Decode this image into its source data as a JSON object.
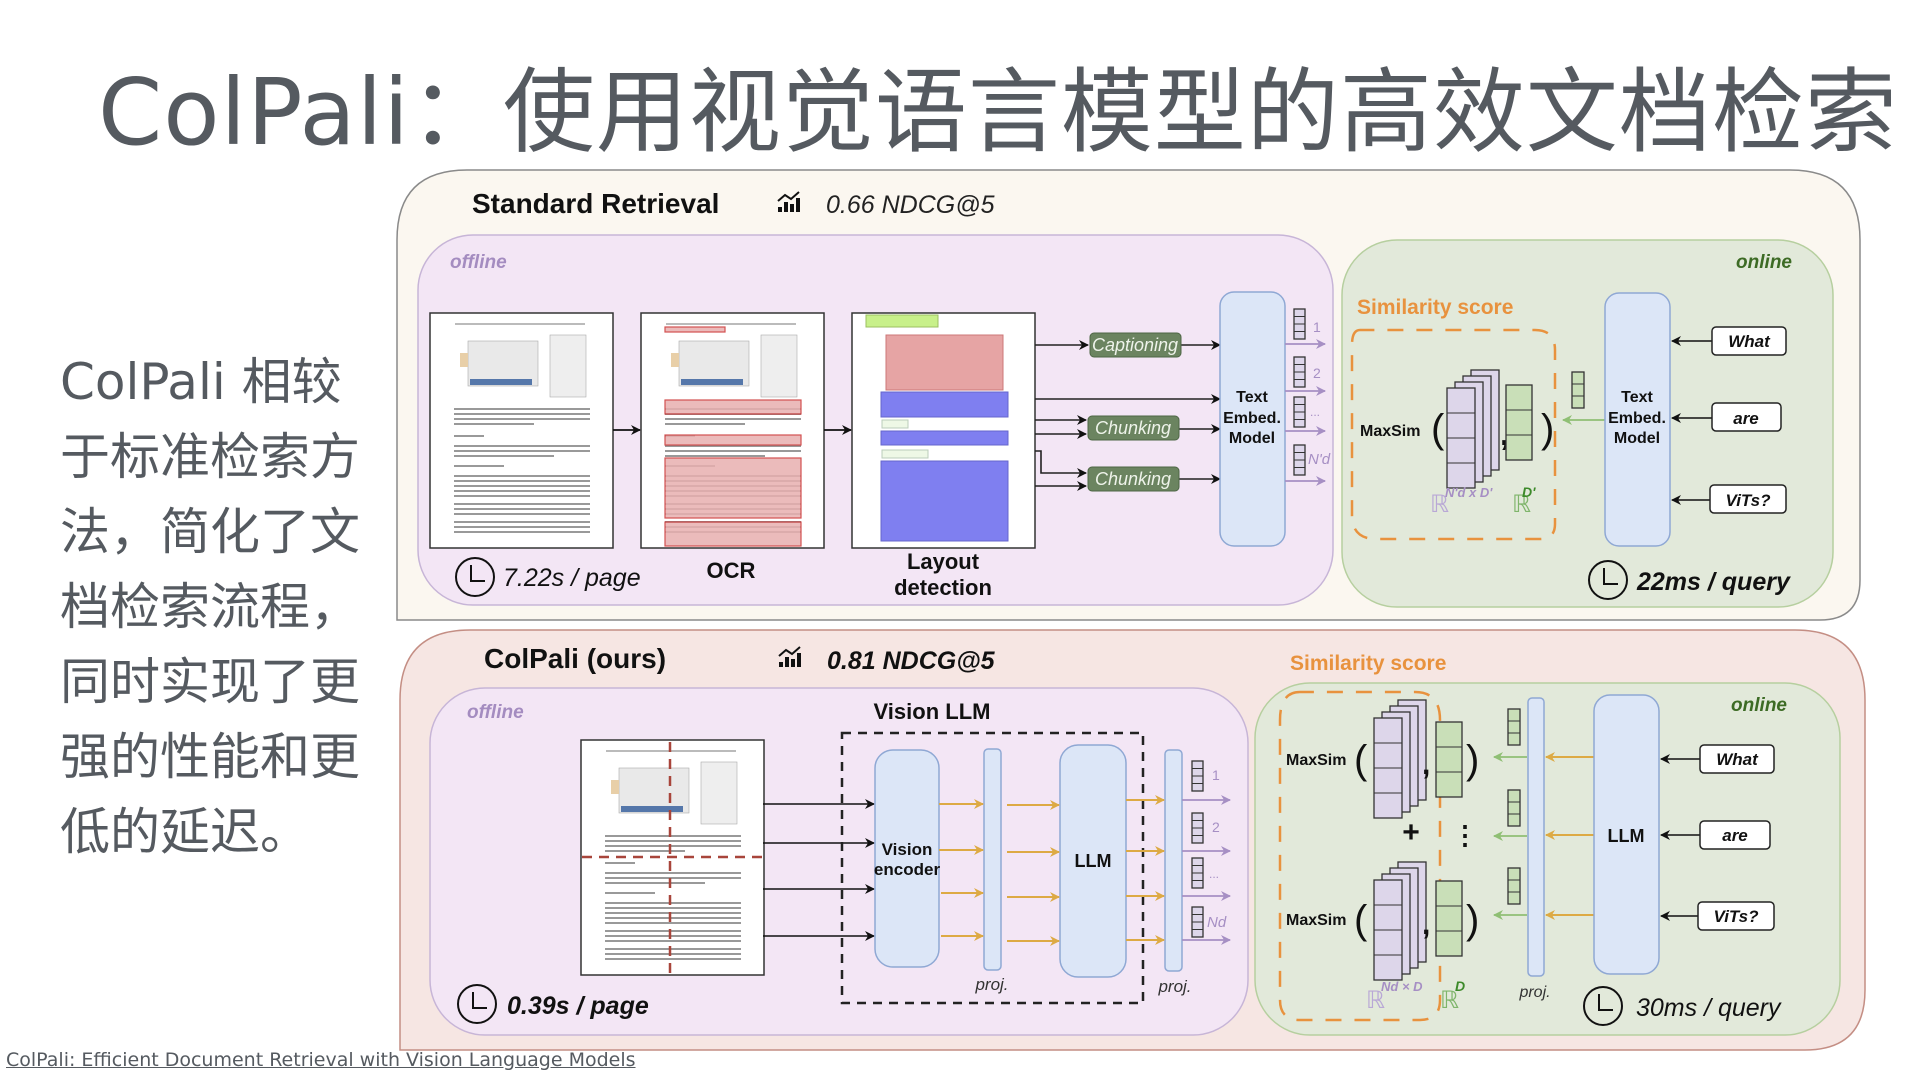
{
  "slide": {
    "title": "ColPali：使用视觉语言模型的高效文档检索",
    "side_text_lines": [
      "ColPali 相较",
      "于标准检索方",
      "法，简化了文",
      "档检索流程，",
      "同时实现了更",
      "强的性能和更",
      "低的延迟。"
    ],
    "reference_link": "ColPali: Efficient Document Retrieval with Vision Language Models"
  },
  "colors": {
    "text_gray": "#555a60",
    "standard_panel_bg": "#fbf7f0",
    "colpali_panel_bg": "#f6e6e3",
    "offline_bg": "#f3e6f5",
    "online_bg": "#e2e9da",
    "model_box": "#dce6f7",
    "step_box": "#6b8460",
    "similarity_orange": "#e8923e",
    "offline_label": "#a48cc0",
    "online_label": "#3d6b25",
    "token_arrow": "#ddaa44",
    "embed_arrow": "#a68fc4",
    "query_arrow": "#8fbf74"
  },
  "standard": {
    "title": "Standard Retrieval",
    "metric": "0.66 NDCG@5",
    "metric_icon": "chart-trend-icon",
    "offline_label": "offline",
    "online_label": "online",
    "offline_time": "7.22s / page",
    "online_time": "22ms / query",
    "steps": [
      "OCR",
      "Layout",
      "detection"
    ],
    "processors": [
      "Captioning",
      "Chunking",
      "Chunking"
    ],
    "model_lines": [
      "Text",
      "Embed.",
      "Model"
    ],
    "embedding_labels": [
      "1",
      "2",
      "...",
      "N'd"
    ],
    "similarity_title": "Similarity score",
    "maxsim_label": "MaxSim",
    "doc_space": "N'd x D'",
    "query_space": "D'",
    "query_tokens": [
      "What",
      "are",
      "ViTs?"
    ]
  },
  "colpali": {
    "title": "ColPali (ours)",
    "metric": "0.81 NDCG@5",
    "metric_icon": "chart-trend-icon",
    "offline_label": "offline",
    "online_label": "online",
    "offline_time": "0.39s / page",
    "online_time": "30ms / query",
    "vision_llm_title": "Vision LLM",
    "encoder_lines": [
      "Vision",
      "encoder"
    ],
    "llm_label": "LLM",
    "proj_label": "proj.",
    "embedding_labels": [
      "1",
      "2",
      "...",
      "Nd"
    ],
    "similarity_title": "Similarity score",
    "maxsim_label": "MaxSim",
    "plus": "+",
    "ellipsis": "⋮",
    "doc_space": "Nd × D",
    "query_space": "D",
    "query_tokens": [
      "What",
      "are",
      "ViTs?"
    ]
  }
}
